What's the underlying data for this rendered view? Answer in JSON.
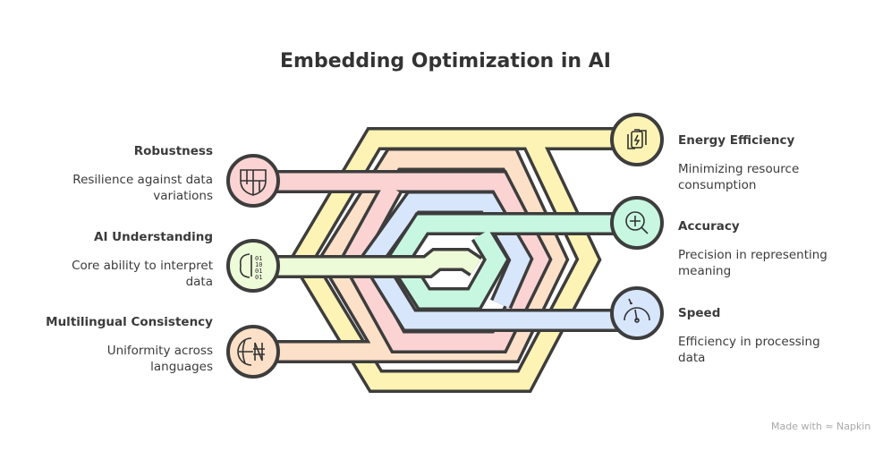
{
  "title": "Embedding Optimization in AI",
  "left_items": [
    {
      "title": "Robustness",
      "desc": "Resilience against data variations",
      "icon": "shield-icon",
      "color": "#fbd3d3"
    },
    {
      "title": "AI Understanding",
      "desc": "Core ability to interpret data",
      "icon": "brain-binary-icon",
      "color": "#eefbd8"
    },
    {
      "title": "Multilingual Consistency",
      "desc": "Uniformity across languages",
      "icon": "globe-currency-icon",
      "color": "#fde0c8"
    }
  ],
  "right_items": [
    {
      "title": "Energy Efficiency",
      "desc": "Minimizing resource consumption",
      "icon": "battery-recycle-icon",
      "color": "#fdf3b4"
    },
    {
      "title": "Accuracy",
      "desc": "Precision in representing meaning",
      "icon": "zoom-in-icon",
      "color": "#c8f7e1"
    },
    {
      "title": "Speed",
      "desc": "Efficiency in processing data",
      "icon": "speedometer-icon",
      "color": "#d8e6fc"
    }
  ],
  "footer": {
    "made_with": "Made with",
    "brand": "Napkin"
  }
}
